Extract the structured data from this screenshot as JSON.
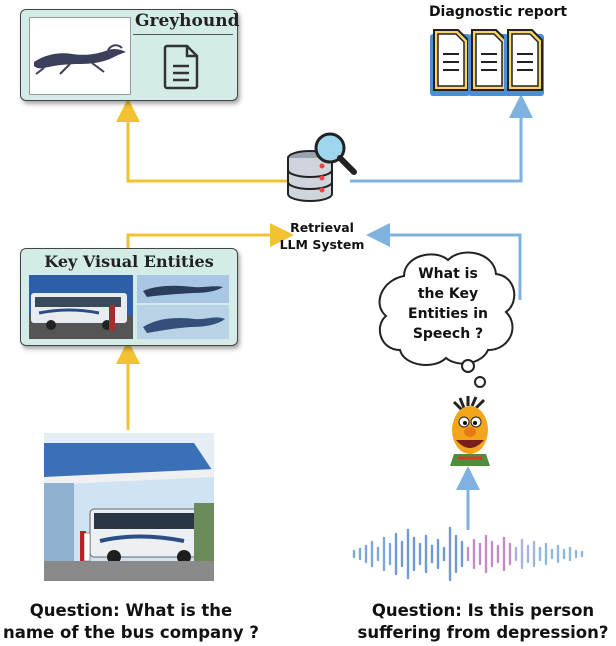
{
  "top_left_card": {
    "title": "Greyhound"
  },
  "top_right": {
    "title": "Diagnostic report"
  },
  "center": {
    "system_label_line1": "Retrieval",
    "system_label_line2": "LLM System"
  },
  "left_card": {
    "title": "Key Visual Entities"
  },
  "thought_bubble": {
    "line1": "What is",
    "line2": "the Key",
    "line3": "Entities in",
    "line4": "Speech ?"
  },
  "left_question": {
    "line1": "Question: What is the",
    "line2": "name of  the bus company ?"
  },
  "right_question": {
    "line1": "Question: Is this person",
    "line2": "suffering from depression?"
  },
  "colors": {
    "left_flow": "#f2c232",
    "right_flow": "#7fb2de",
    "card_bg": "#d4ece8"
  }
}
